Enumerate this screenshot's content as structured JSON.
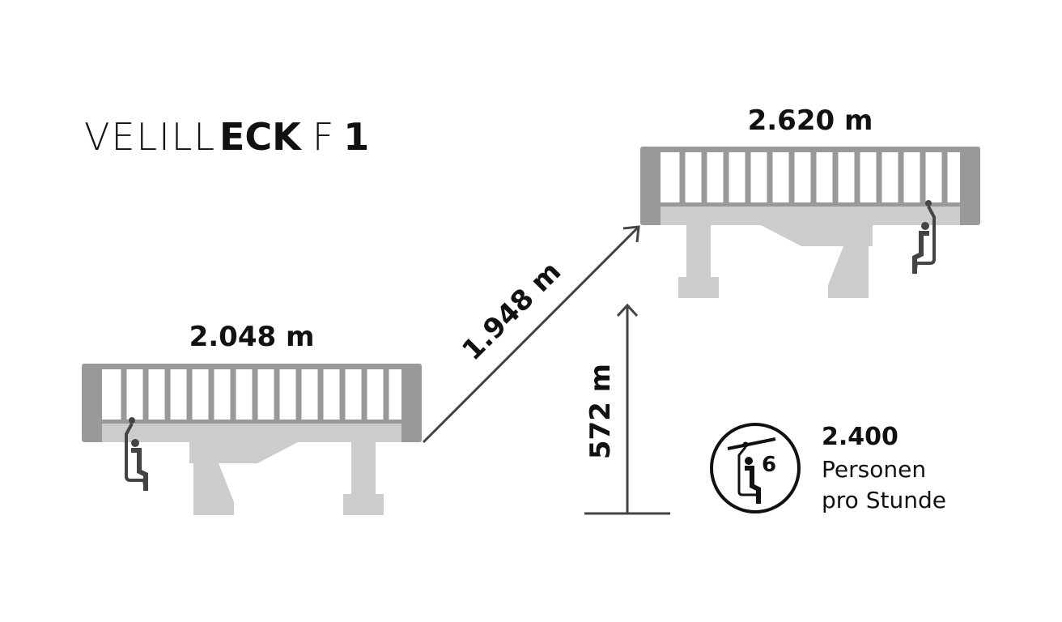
{
  "title": {
    "light": "VELILL",
    "bold": "ECK",
    "suffix_light": "F",
    "suffix_bold": "1"
  },
  "valley_station": {
    "altitude": "2.048 m"
  },
  "mountain_station": {
    "altitude": "2.620 m"
  },
  "slope_length": "1.948 m",
  "elevation_difference": "572 m",
  "capacity": {
    "value": "2.400",
    "line1": "Personen",
    "line2": "pro Stunde",
    "seats": "6"
  },
  "colors": {
    "frame": "#999999",
    "floor": "#cccccc",
    "ink": "#111111",
    "figure": "#444444"
  }
}
